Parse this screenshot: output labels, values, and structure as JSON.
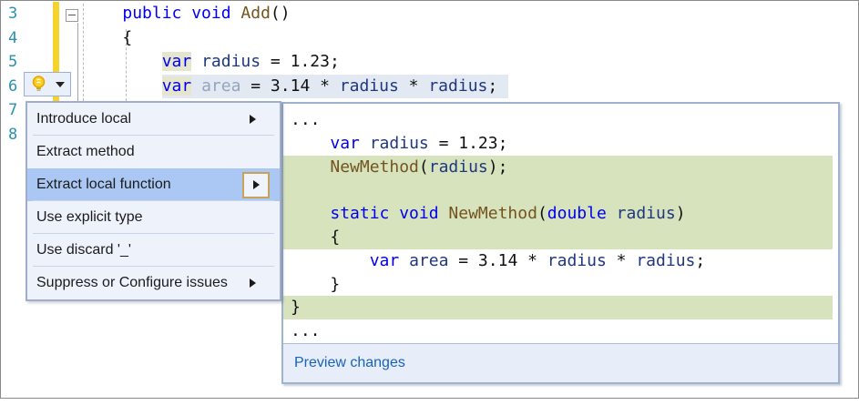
{
  "editor": {
    "line_numbers": [
      "3",
      "4",
      "5",
      "6",
      "7",
      "8"
    ],
    "lines": [
      {
        "lead": "    ",
        "tokens": [
          [
            "kw",
            "public void "
          ],
          [
            "method",
            "Add"
          ],
          [
            "plain",
            "()"
          ]
        ]
      },
      {
        "lead": "    ",
        "tokens": [
          [
            "plain",
            "{"
          ]
        ]
      },
      {
        "lead": "        ",
        "tokens": [
          [
            "kwhl",
            "var"
          ],
          [
            "plain",
            " "
          ],
          [
            "ident",
            "radius"
          ],
          [
            "plain",
            " = 1.23;"
          ]
        ]
      },
      {
        "lead": "        ",
        "band": true,
        "tokens": [
          [
            "kwhl",
            "var"
          ],
          [
            "plain",
            " "
          ],
          [
            "fade",
            "area"
          ],
          [
            "plain",
            " = 3.14 * "
          ],
          [
            "ident",
            "radius"
          ],
          [
            "plain",
            " * "
          ],
          [
            "ident",
            "radius"
          ],
          [
            "plain",
            ";"
          ]
        ]
      }
    ]
  },
  "lightbulb": {
    "icon": "lightbulb-icon",
    "dropdown_icon": "chevron-down-icon"
  },
  "menu": {
    "items": [
      {
        "label": "Introduce local",
        "submenu": true,
        "separator_after": true,
        "selected": false
      },
      {
        "label": "Extract method",
        "submenu": false,
        "separator_after": false,
        "selected": false
      },
      {
        "label": "Extract local function",
        "submenu": true,
        "framed_arrow": true,
        "separator_after": true,
        "selected": true
      },
      {
        "label": "Use explicit type",
        "submenu": false,
        "separator_after": true,
        "selected": false
      },
      {
        "label": "Use discard '_'",
        "submenu": false,
        "separator_after": true,
        "selected": false
      },
      {
        "label": "Suppress or Configure issues",
        "submenu": true,
        "separator_after": false,
        "selected": false
      }
    ]
  },
  "preview": {
    "lines": [
      {
        "lead": "",
        "tokens": [
          [
            "plain",
            "..."
          ]
        ]
      },
      {
        "lead": "    ",
        "tokens": [
          [
            "kw",
            "var"
          ],
          [
            "plain",
            " "
          ],
          [
            "ident",
            "radius"
          ],
          [
            "plain",
            " = 1.23;"
          ]
        ]
      },
      {
        "lead": "    ",
        "green": true,
        "tokens": [
          [
            "method",
            "NewMethod"
          ],
          [
            "plain",
            "("
          ],
          [
            "ident",
            "radius"
          ],
          [
            "plain",
            ");"
          ]
        ]
      },
      {
        "lead": "",
        "green": true,
        "tokens": []
      },
      {
        "lead": "    ",
        "green": true,
        "tokens": [
          [
            "kw",
            "static void "
          ],
          [
            "method",
            "NewMethod"
          ],
          [
            "plain",
            "("
          ],
          [
            "kw",
            "double"
          ],
          [
            "plain",
            " "
          ],
          [
            "ident",
            "radius"
          ],
          [
            "plain",
            ")"
          ]
        ]
      },
      {
        "lead": "    ",
        "green": true,
        "tokens": [
          [
            "plain",
            "{"
          ]
        ]
      },
      {
        "lead": "        ",
        "tokens": [
          [
            "kw",
            "var"
          ],
          [
            "plain",
            " "
          ],
          [
            "ident",
            "area"
          ],
          [
            "plain",
            " = 3.14 * "
          ],
          [
            "ident",
            "radius"
          ],
          [
            "plain",
            " * "
          ],
          [
            "ident",
            "radius"
          ],
          [
            "plain",
            ";"
          ]
        ]
      },
      {
        "lead": "    ",
        "tokens": [
          [
            "plain",
            "}"
          ]
        ]
      },
      {
        "lead": "",
        "green": true,
        "tokens": [
          [
            "plain",
            "}"
          ]
        ]
      },
      {
        "lead": "",
        "tokens": [
          [
            "plain",
            "..."
          ]
        ]
      }
    ],
    "footer_link": "Preview changes"
  },
  "colors": {
    "keyword": "#0000ee",
    "identifier": "#1f377f",
    "method_name": "#74531f",
    "faded_identifier": "#95a5bd",
    "line_number": "#2b91af",
    "keyword_highlight_box": "#e6e6cf",
    "current_line_band": "#e3e9f2",
    "green_added_line": "#d6e3bc",
    "menu_selection": "#abc8f4",
    "menu_background": "#eef2fb",
    "pane_border": "#9fb2d0",
    "link_blue": "#1763be",
    "modified_track_yellow": "#f6d22d",
    "framed_arrow_border": "#c9a25a"
  }
}
